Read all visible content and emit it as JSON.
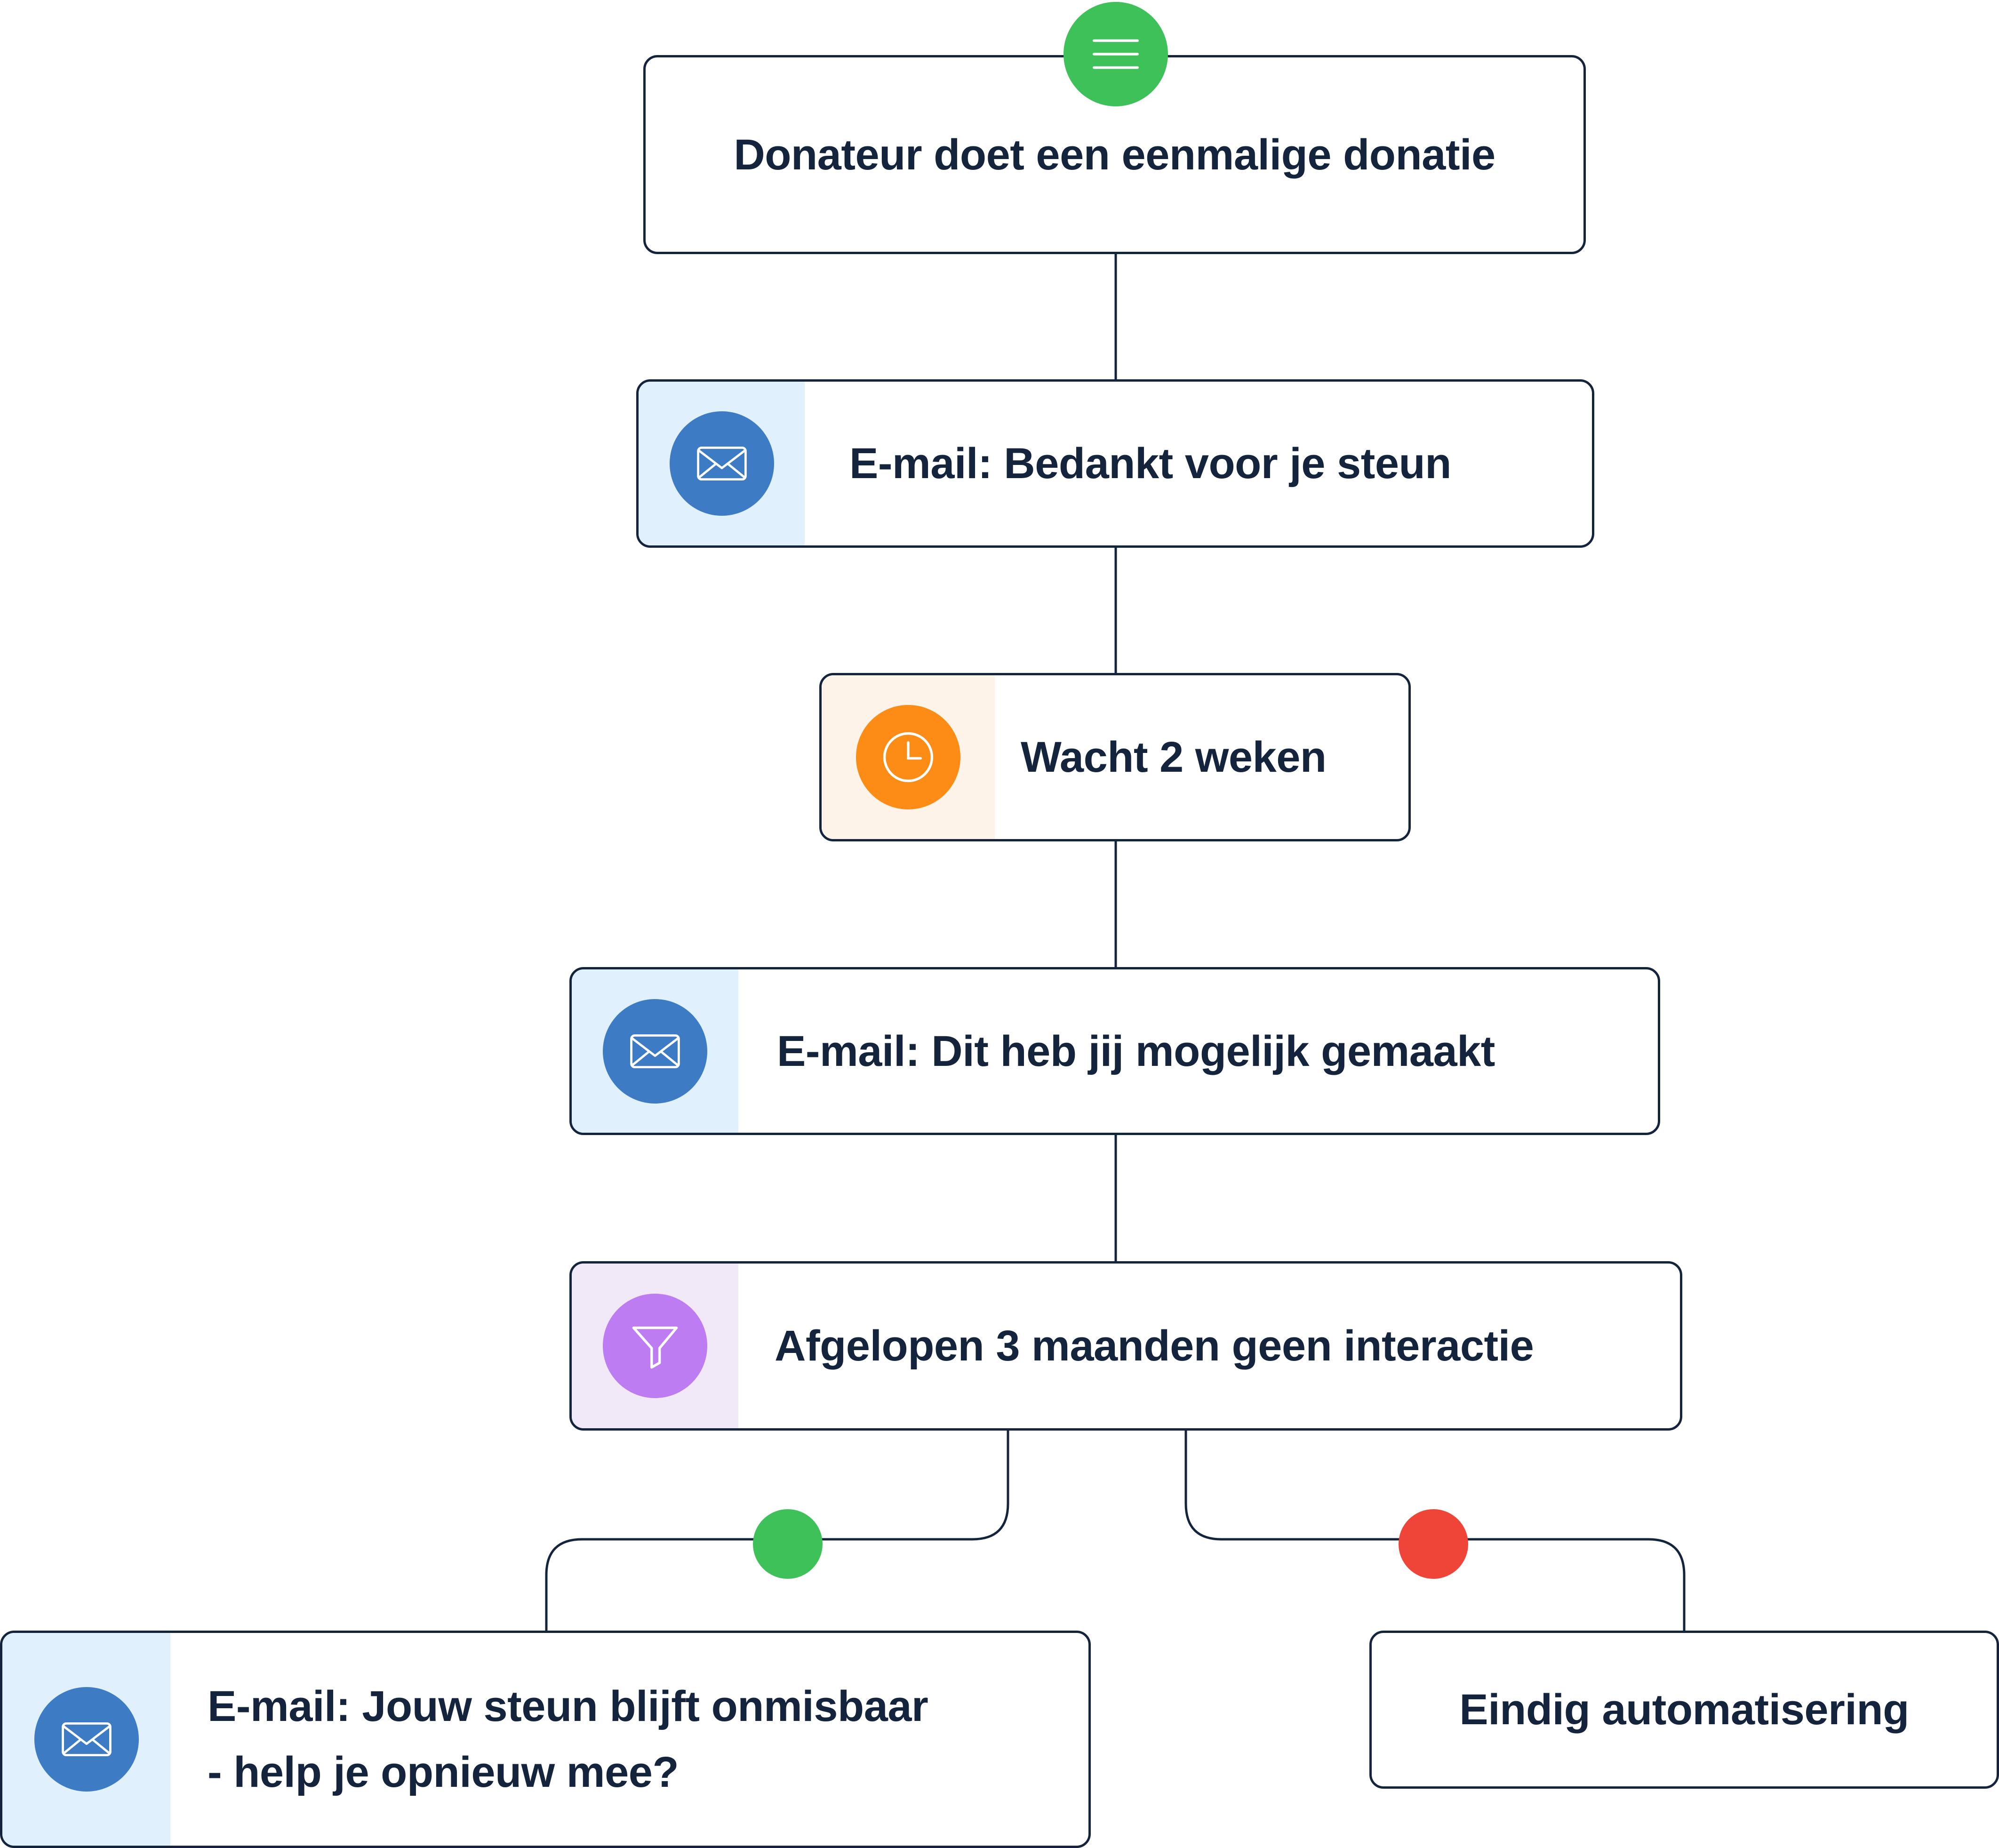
{
  "flow": {
    "trigger": {
      "label": "Donateur doet een eenmalige donatie",
      "icon": "menu-lines-icon",
      "color": "#3ec159"
    },
    "steps": [
      {
        "type": "email",
        "icon": "envelope-icon",
        "label": "E-mail: Bedankt voor je steun"
      },
      {
        "type": "wait",
        "icon": "clock-icon",
        "label": "Wacht 2 weken"
      },
      {
        "type": "email",
        "icon": "envelope-icon",
        "label": "E-mail: Dit heb jij mogelijk gemaakt"
      },
      {
        "type": "condition",
        "icon": "filter-funnel-icon",
        "label": "Afgelopen 3 maanden geen interactie"
      }
    ],
    "branches": {
      "yes": {
        "color": "#3ec159",
        "icon": "envelope-icon",
        "label_line1": "E-mail: Jouw steun blijft onmisbaar",
        "label_line2": "- help je opnieuw mee?"
      },
      "no": {
        "color": "#ef4438",
        "label": "Eindig automatisering"
      }
    }
  },
  "colors": {
    "line": "#14243d",
    "email_accent": "#3d7cc4",
    "email_bg": "#e1f0fd",
    "wait_accent": "#fc8c15",
    "wait_bg": "#fef3e8",
    "filter_accent": "#bd7cf1",
    "filter_bg": "#f1e9f8"
  }
}
